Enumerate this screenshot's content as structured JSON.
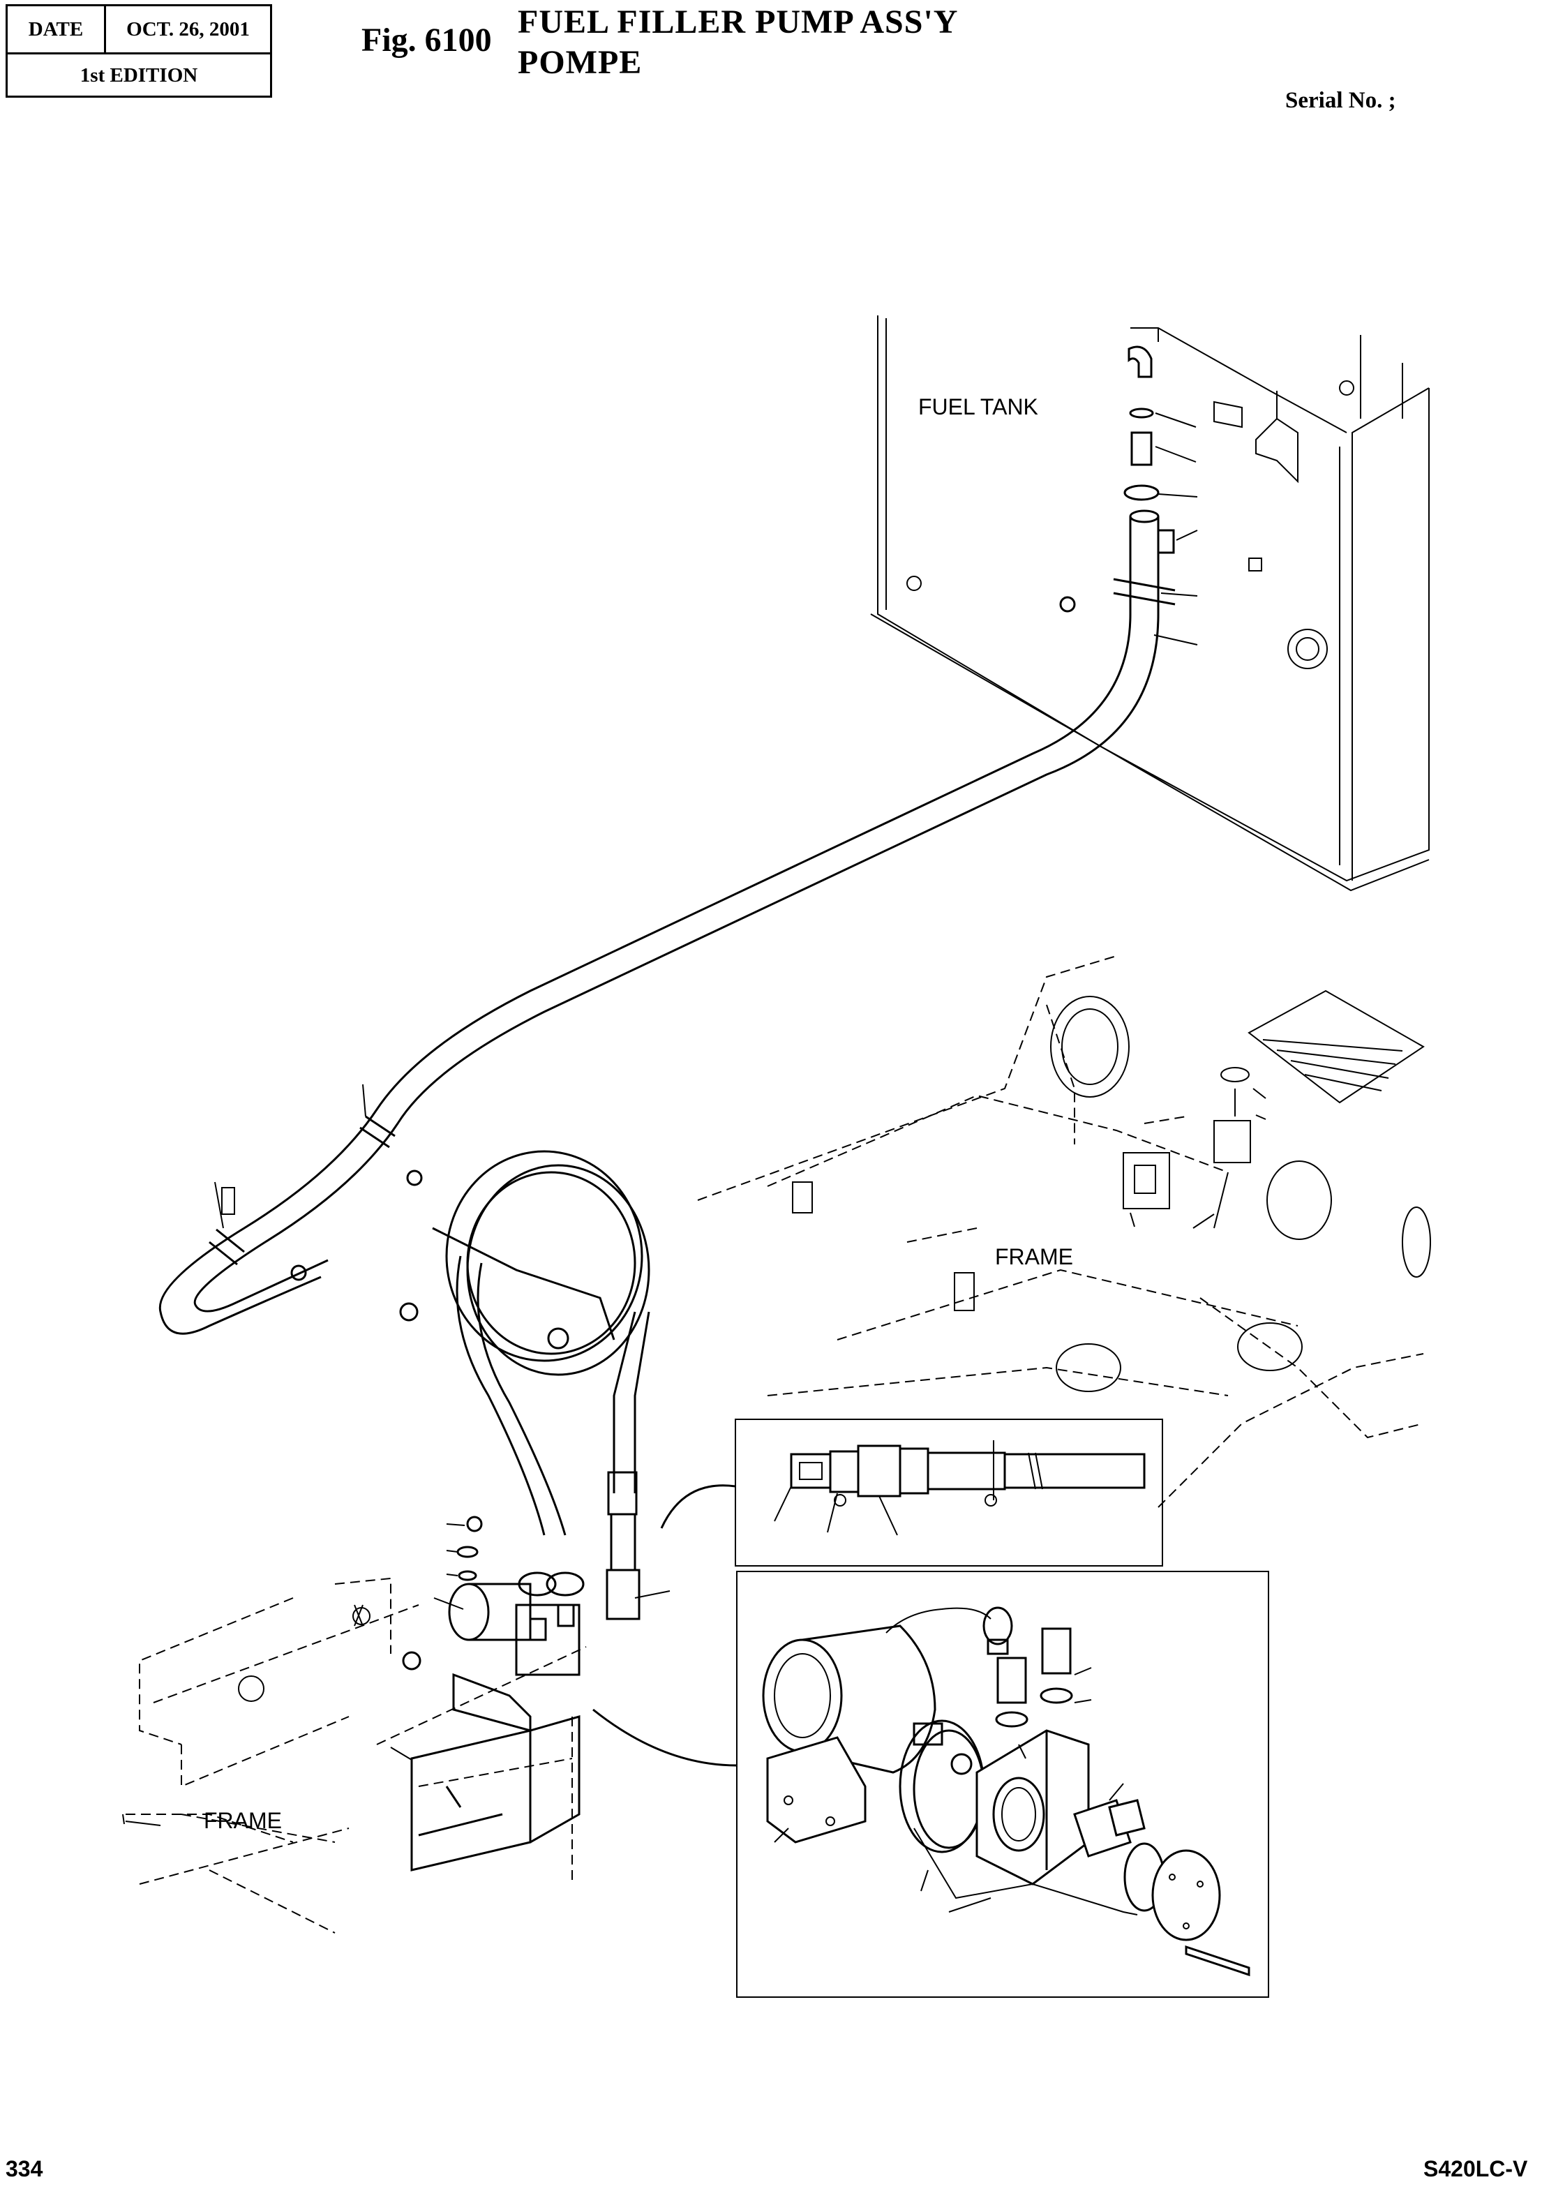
{
  "header": {
    "date_label": "DATE",
    "date_value": "OCT.  26, 2001",
    "edition": "1st EDITION",
    "figure_number": "Fig. 6100",
    "title_en": "FUEL FILLER PUMP ASS'Y",
    "title_fr": "POMPE",
    "serial": "Serial No. ;"
  },
  "diagram": {
    "labels": {
      "fuel_tank": "FUEL TANK",
      "frame_right": "FRAME",
      "frame_left": "FRAME"
    }
  },
  "footer": {
    "page_number": "334",
    "model": "S420LC-V"
  }
}
